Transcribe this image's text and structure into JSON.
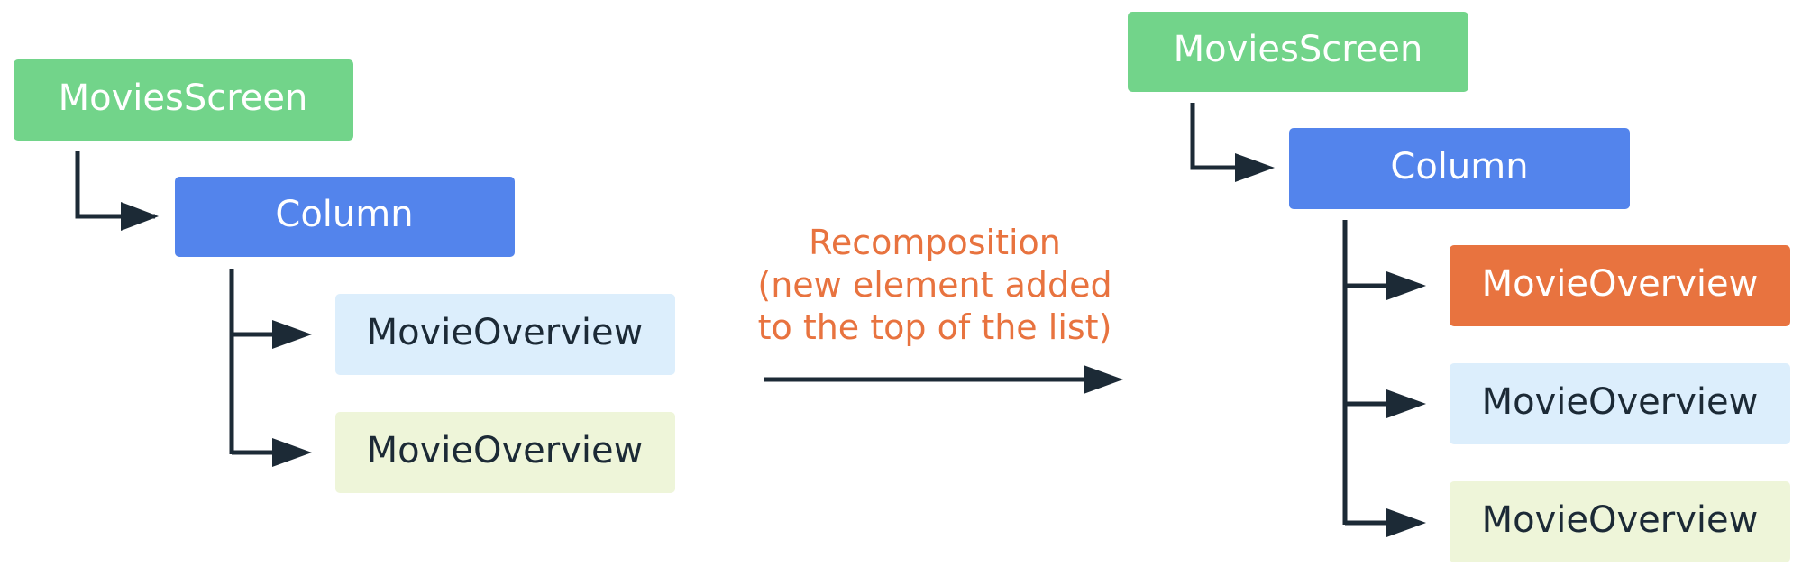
{
  "colors": {
    "connector": "#1c2a36",
    "screen_node": "#72d48a",
    "column_node": "#5384ec",
    "new_node": "#e8733f",
    "light_blue_node": "#dceefc",
    "light_green_node": "#eef5d9",
    "dark_text": "#1c2a36",
    "white_text": "#ffffff",
    "caption_text": "#e8733f"
  },
  "before_tree": {
    "root": "MoviesScreen",
    "column": "Column",
    "items": [
      "MovieOverview",
      "MovieOverview"
    ]
  },
  "transition": {
    "lines": [
      "Recomposition",
      "(new element added",
      "to the top of the list)"
    ]
  },
  "after_tree": {
    "root": "MoviesScreen",
    "column": "Column",
    "items": [
      "MovieOverview",
      "MovieOverview",
      "MovieOverview"
    ]
  }
}
